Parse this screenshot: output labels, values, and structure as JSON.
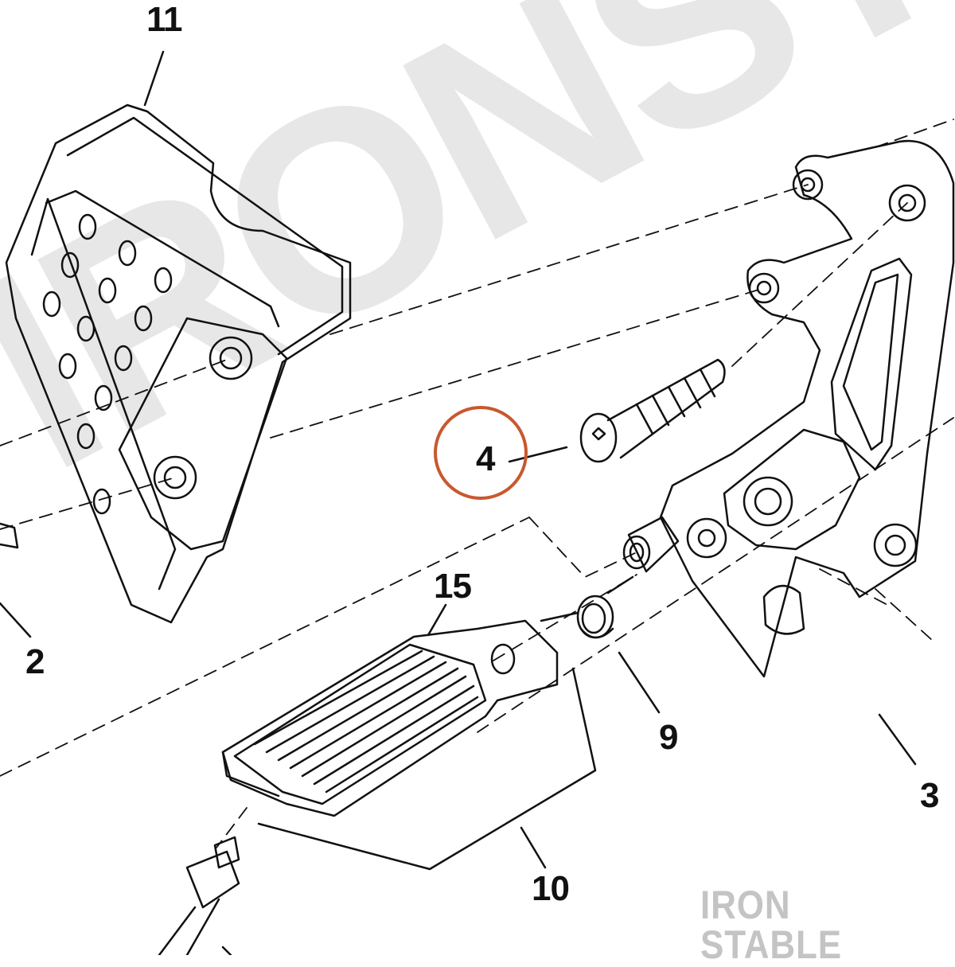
{
  "watermark": "IRONSTABLE",
  "brand": "IRON STABLE",
  "colors": {
    "line": "#111111",
    "highlight": "#c8582f",
    "watermark": "#000000",
    "brand": "#c4c4c4"
  },
  "callouts": {
    "c11": "11",
    "c2": "2",
    "c4": "4",
    "c15": "15",
    "c9": "9",
    "c3": "3",
    "c10": "10"
  },
  "highlighted": "4"
}
